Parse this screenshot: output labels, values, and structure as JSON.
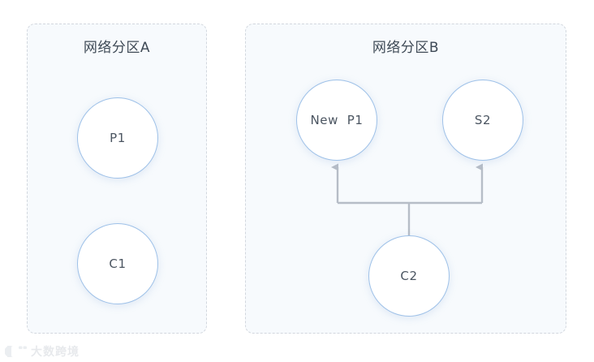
{
  "diagram": {
    "background_color": "#ffffff",
    "zones": [
      {
        "id": "zone-a",
        "title": "网络分区A",
        "fill": "#f7fafd",
        "border_color": "#d2d7de",
        "nodes": [
          {
            "id": "node-p1",
            "label": "P1"
          },
          {
            "id": "node-c1",
            "label": "C1"
          }
        ]
      },
      {
        "id": "zone-b",
        "title": "网络分区B",
        "fill": "#f7fafd",
        "border_color": "#d2d7de",
        "nodes": [
          {
            "id": "node-newp1",
            "label": "New  P1"
          },
          {
            "id": "node-s2",
            "label": "S2"
          },
          {
            "id": "node-c2",
            "label": "C2"
          }
        ]
      }
    ],
    "node_style": {
      "stroke_color": "#9ec1e8",
      "fill": "#ffffff",
      "text_color": "#4b5561"
    },
    "connectors": {
      "stroke_color": "#b6bdc7",
      "edges": [
        {
          "from": "node-c2",
          "to": "node-newp1",
          "arrow": "to"
        },
        {
          "from": "node-c2",
          "to": "node-s2",
          "arrow": "to"
        }
      ]
    }
  },
  "watermark": {
    "text": "大数跨境",
    "color": "#d9dde2"
  }
}
